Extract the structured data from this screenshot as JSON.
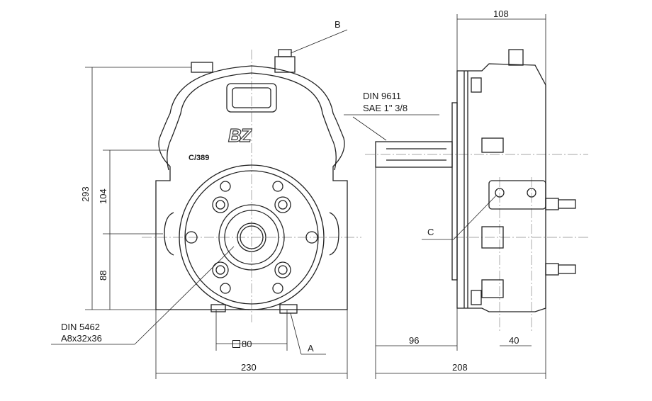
{
  "front_view": {
    "callout_b": "B",
    "callout_a": "A",
    "logo_text": "BZ",
    "model": "C/389",
    "dim_height_total": "293",
    "dim_height_upper": "104",
    "dim_height_lower": "88",
    "dim_width": "230",
    "dim_square": "80",
    "spline_standard": "DIN 5462",
    "spline_size": "A8x32x36"
  },
  "side_view": {
    "dim_depth_top": "108",
    "shaft_standard": "DIN 9611",
    "shaft_size": "SAE 1\" 3/8",
    "callout_c": "C",
    "dim_shaft": "96",
    "dim_bolt": "40",
    "dim_total": "208"
  }
}
